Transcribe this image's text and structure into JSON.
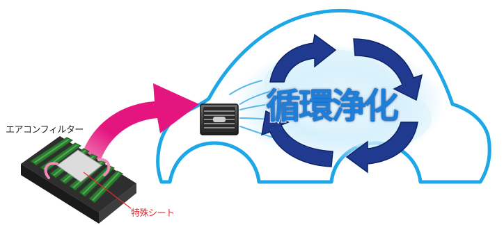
{
  "labels": {
    "filter": "エアコンフィルター",
    "sheet": "特殊シート"
  },
  "center_text": "循環浄化",
  "colors": {
    "car_outline": "#1ea7e6",
    "cloud": "#bfe6f8",
    "cycle_arrows": "#1f3a8f",
    "pink_arrow": "#e4157f",
    "filter_frame": "#2e2e2e",
    "filter_pleat": "#2f7a32",
    "filter_sheet": "#dcdcdc",
    "sheet_label": "#e8282e",
    "title_fill": "#1e7fd8"
  },
  "icons": [
    "car-outline",
    "air-vent-icon",
    "air-filter-icon",
    "cycle-arrow-icon",
    "flow-arrow-icon"
  ]
}
